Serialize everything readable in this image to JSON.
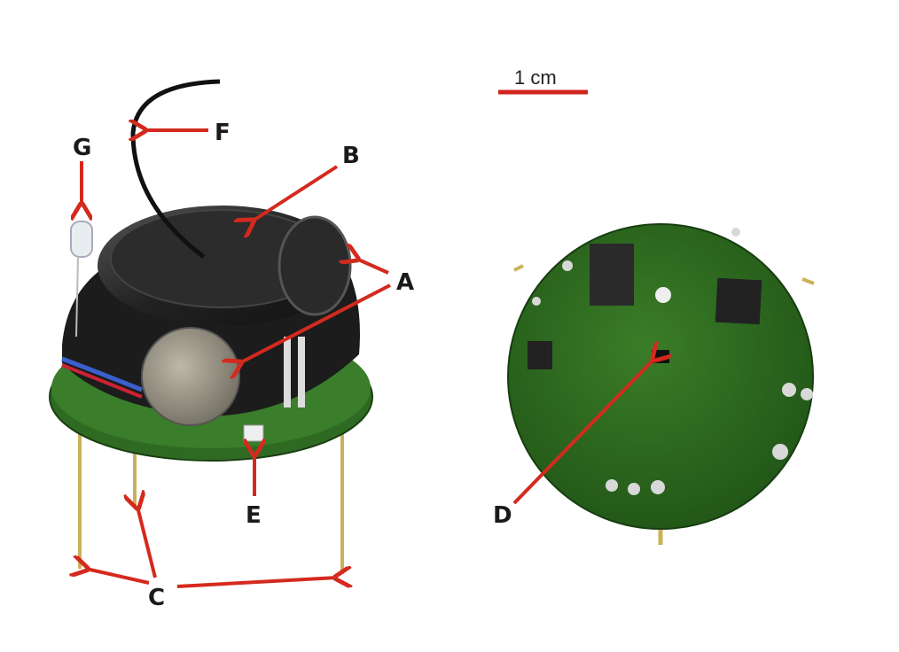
{
  "scale_bar": {
    "text": "1 cm",
    "color": "#d0231c"
  },
  "labels": {
    "A": "A",
    "B": "B",
    "C": "C",
    "D": "D",
    "E": "E",
    "F": "F",
    "G": "G"
  },
  "colors": {
    "arrow": "#d42a1e",
    "pcb": "#2d6a1f",
    "pcb_dark": "#1f4d16",
    "battery": "#222222",
    "gold": "#c9b25a"
  }
}
